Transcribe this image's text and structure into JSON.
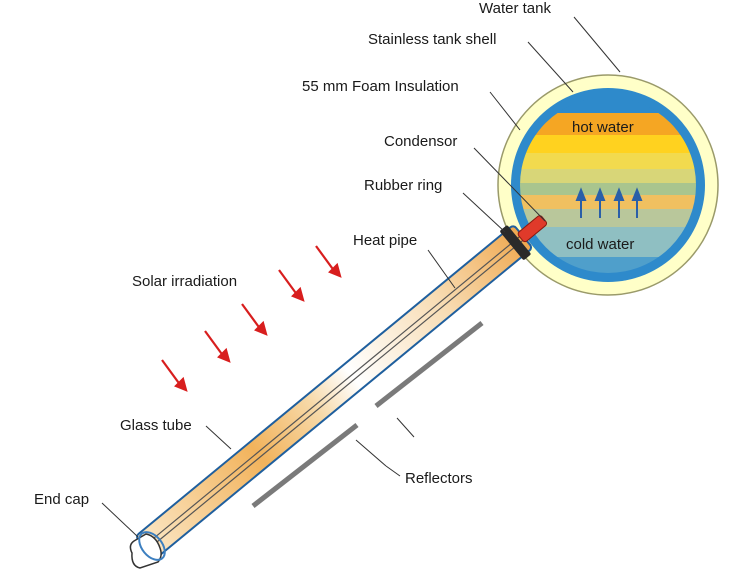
{
  "labels": {
    "water_tank": "Water tank",
    "tank_shell": "Stainless tank shell",
    "foam_insulation": "55 mm Foam Insulation",
    "condensor": "Condensor",
    "rubber_ring": "Rubber ring",
    "heat_pipe": "Heat pipe",
    "solar_irradiation": "Solar irradiation",
    "glass_tube": "Glass tube",
    "end_cap": "End cap",
    "reflectors": "Reflectors",
    "hot_water": "hot water",
    "cold_water": "cold water"
  },
  "colors": {
    "insulation": "#FFFFC8",
    "tank_shell": "#2E8ACB",
    "hot": "#F5A623",
    "warm": "#FFD21F",
    "cold": "#5BA6C9",
    "arrow": "#D81E1E",
    "tube_fill": "#F2B35C",
    "reflector": "#7A7A7A"
  }
}
